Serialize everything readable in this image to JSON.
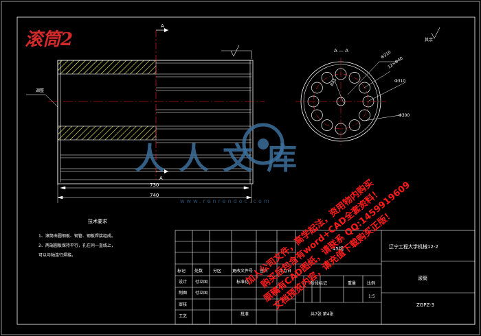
{
  "drawing_title": "滚筒2",
  "section_label": "A — A",
  "cut_mark": "A",
  "roughness": "其余",
  "left_annotation": "调整",
  "dimensions": {
    "length_inner": "730",
    "length_outer": "740",
    "diameter_1": "Φ310",
    "diameter_2": "Φ310",
    "holes": "12×Φ40",
    "radius": "R45",
    "diameter_big": "Φ300"
  },
  "notes": {
    "title": "技术要求",
    "lines": [
      "1、滚筒由圆钢板、钢管、钢板焊接组成。",
      "2、两端圆板保持平行，孔在同一直线上，",
      "可以与轴连行焊接。"
    ]
  },
  "title_block": {
    "material": "45钢",
    "school_drawing": "辽宁工程大学机械12-2",
    "part_name": "滚筒",
    "drawing_number": "ZGPZ-3",
    "row_mark": "标记",
    "row_count": "处数",
    "row_zone": "分区",
    "row_doc": "更改文件号",
    "row_sign": "签名",
    "row_date": "年月日",
    "design": "设计",
    "design_name": "付立国",
    "standardize": "标准化",
    "stage_mark": "阶段标记",
    "weight": "重量",
    "scale": "比例",
    "scale_value": "1:5",
    "drafting": "制图",
    "drafting_name": "付立国",
    "review": "审核",
    "process": "工艺",
    "approve": "批准",
    "sheets": "共7张 第4张"
  },
  "watermark": {
    "brand": "人人文库",
    "url": "www.renrendoc.com",
    "stamp_lines": [
      "加人公司文件，高学起法，资用物内购买",
      "购买后包含有word+CAD全套资料！",
      "原稿有CAD图纸，请联系 QQ:1459919609",
      "文档预览内容，请充值下载购买正版！"
    ]
  },
  "colors": {
    "background": "#000000",
    "line": "#ffffff",
    "hatch": "#ffff66",
    "center": "#ff2222",
    "title_red": "#d22a2a",
    "watermark": "#3b6f9c"
  }
}
